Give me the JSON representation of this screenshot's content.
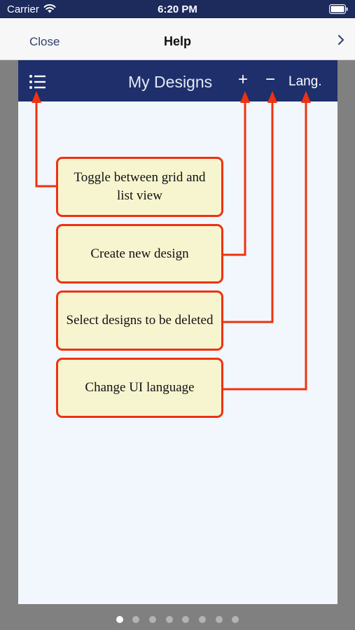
{
  "status_bar": {
    "carrier": "Carrier",
    "time": "6:20 PM",
    "wifi_icon": "wifi-icon",
    "battery_icon": "battery-icon"
  },
  "nav_bar": {
    "close_label": "Close",
    "title": "Help",
    "next_icon": "chevron-right-icon"
  },
  "app_header": {
    "menu_icon": "list-view-icon",
    "title": "My Designs",
    "add_label": "+",
    "remove_label": "−",
    "language_label": "Lang."
  },
  "callouts": [
    {
      "text": "Toggle between grid and list view"
    },
    {
      "text": "Create new design"
    },
    {
      "text": "Select designs to be deleted"
    },
    {
      "text": "Change UI language"
    }
  ],
  "pager": {
    "pages": 8,
    "current": 1
  },
  "colors": {
    "status_bar": "#1c2a5c",
    "app_header": "#1e2f6c",
    "content_background": "#f2f7fd",
    "callout_fill": "#f7f5d0",
    "callout_border": "#ee3210",
    "arrow": "#ee3210",
    "page_background": "#808080"
  }
}
